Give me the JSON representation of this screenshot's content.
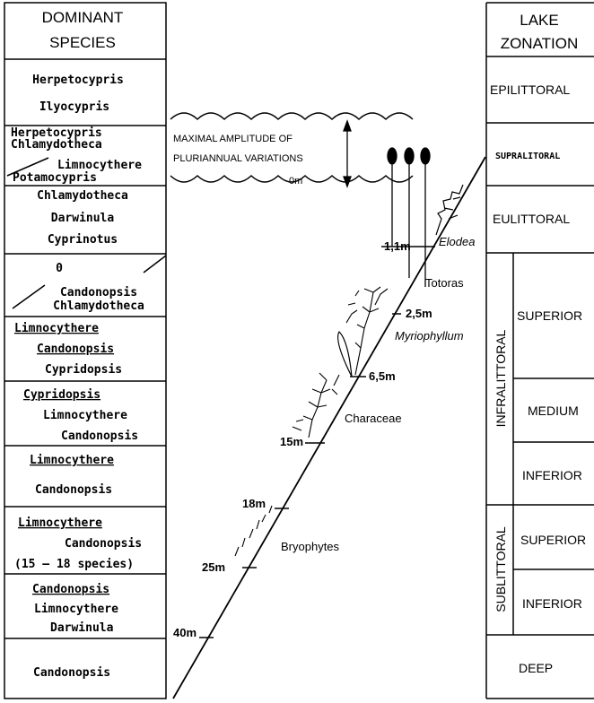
{
  "left_header": {
    "line1": "DOMINANT",
    "line2": "SPECIES"
  },
  "right_header": {
    "line1": "LAKE",
    "line2": "ZONATION"
  },
  "species_rows": [
    [
      "Herpetocypris",
      "Ilyocypris"
    ],
    [
      "Herpetocypris",
      "Chlamydotheca",
      "Limnocythere",
      "Potamocypris"
    ],
    [
      "Chlamydotheca",
      "Darwinula",
      "Cyprinotus"
    ],
    [
      "0",
      "Candonopsis",
      "Chlamydotheca"
    ],
    [
      "Limnocythere",
      "Candonopsis",
      "Cypridopsis"
    ],
    [
      "Cypridopsis",
      "Limnocythere",
      "Candonopsis"
    ],
    [
      "Limnocythere",
      "Candonopsis"
    ],
    [
      "Limnocythere",
      "Candonopsis",
      "(15 – 18  species)"
    ],
    [
      "Candonopsis",
      "Limnocythere",
      "Darwinula"
    ],
    [
      "Candonopsis"
    ]
  ],
  "zones": {
    "epilittoral": "EPILITTORAL",
    "supralittoral": "SUPRALITORAL",
    "eulittoral": "EULITTORAL",
    "infralittoral": "INFRALITTORAL",
    "infra_superior": "SUPERIOR",
    "infra_medium": "MEDIUM",
    "infra_inferior": "INFERIOR",
    "sublittoral": "SUBLITTORAL",
    "sub_superior": "SUPERIOR",
    "sub_inferior": "INFERIOR",
    "deep": "DEEP"
  },
  "amplitude": {
    "line1": "MAXIMAL AMPLITUDE OF",
    "line2": "PLURIANNUAL VARIATIONS",
    "zero": "0m"
  },
  "depths": [
    "1,1m",
    "2,5m",
    "6,5m",
    "15m",
    "18m",
    "25m",
    "40m"
  ],
  "plants": {
    "elodea": "Elodea",
    "totoras": "Totoras",
    "myriophyllum": "Myriophyllum",
    "characeae": "Characeae",
    "bryophytes": "Bryophytes"
  }
}
